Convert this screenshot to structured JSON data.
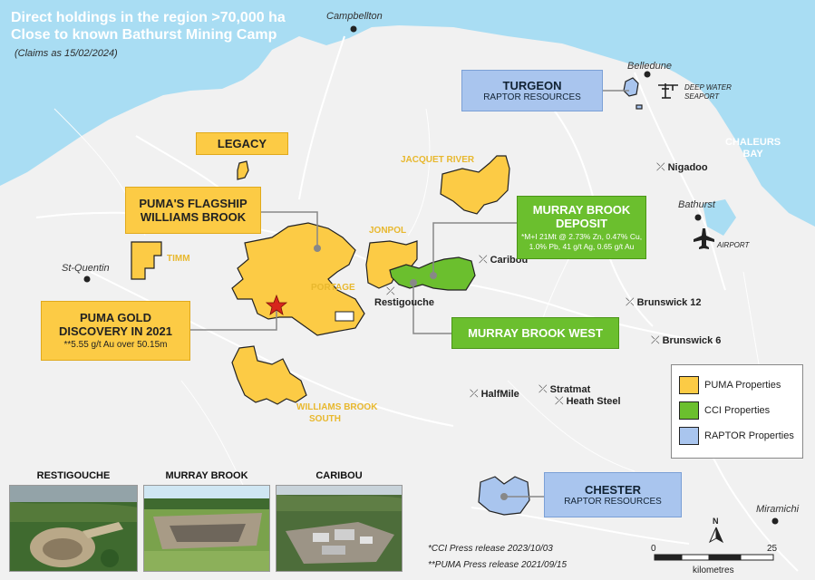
{
  "header": {
    "title_line1": "Direct holdings in the region >70,000 ha",
    "title_line2": "Close to known Bathurst Mining Camp",
    "subtitle": "(Claims as 15/02/2024)"
  },
  "towns": {
    "campbellton": "Campbellton",
    "belledune": "Belledune",
    "bathurst": "Bathurst",
    "st_quentin": "St-Quentin",
    "miramichi": "Miramichi"
  },
  "water": {
    "chaleurs_line1": "CHALEURS",
    "chaleurs_line2": "BAY"
  },
  "facilities": {
    "seaport_line1": "DEEP WATER",
    "seaport_line2": "SEAPORT",
    "airport": "AIRPORT"
  },
  "mines": {
    "nigadoo": "Nigadoo",
    "caribou": "Caribou",
    "restigouche": "Restigouche",
    "brunswick12": "Brunswick 12",
    "brunswick6": "Brunswick 6",
    "halfmile": "HalfMile",
    "stratmat": "Stratmat",
    "heath_steel": "Heath Steel",
    "symbol": "⤫"
  },
  "callouts": {
    "turgeon": {
      "title": "TURGEON",
      "sub": "RAPTOR RESOURCES"
    },
    "legacy": {
      "title": "LEGACY"
    },
    "flagship": {
      "line1": "PUMA'S FLAGSHIP",
      "line2": "WILLIAMS BROOK"
    },
    "murray_brook": {
      "line1": "MURRAY BROOK",
      "line2": "DEPOSIT",
      "detail1": "*M+I 21Mt @ 2.73% Zn, 0.47% Cu,",
      "detail2": "1.0% Pb, 41 g/t Ag, 0.65 g/t Au"
    },
    "puma_gold": {
      "line1": "PUMA GOLD",
      "line2": "DISCOVERY IN 2021",
      "detail": "**5.55 g/t Au over 50.15m"
    },
    "murray_brook_west": {
      "title": "MURRAY BROOK WEST"
    },
    "chester": {
      "title": "CHESTER",
      "sub": "RAPTOR RESOURCES"
    }
  },
  "property_labels": {
    "jacquet_river": "JACQUET RIVER",
    "jonpol": "JONPOL",
    "timm": "TIMM",
    "portage": "PORTAGE",
    "wb_south_line1": "WILLIAMS BROOK",
    "wb_south_line2": "SOUTH"
  },
  "legend": {
    "items": [
      {
        "label": "PUMA Properties",
        "color": "#fccb45"
      },
      {
        "label": "CCI Properties",
        "color": "#6bbf2e"
      },
      {
        "label": "RAPTOR Properties",
        "color": "#a9c5ee"
      }
    ]
  },
  "photos": {
    "restigouche": "RESTIGOUCHE",
    "murray_brook": "MURRAY BROOK",
    "caribou": "CARIBOU"
  },
  "notes": {
    "cci": "*CCI Press release 2023/10/03",
    "puma": "**PUMA Press release 2021/09/15"
  },
  "scale": {
    "start": "0",
    "end": "25",
    "unit": "kilometres"
  },
  "north": "N",
  "colors": {
    "water": "#a9ddf3",
    "land": "#f1f1f1",
    "puma": "#fccb45",
    "cci": "#6bbf2e",
    "raptor": "#a9c5ee"
  }
}
